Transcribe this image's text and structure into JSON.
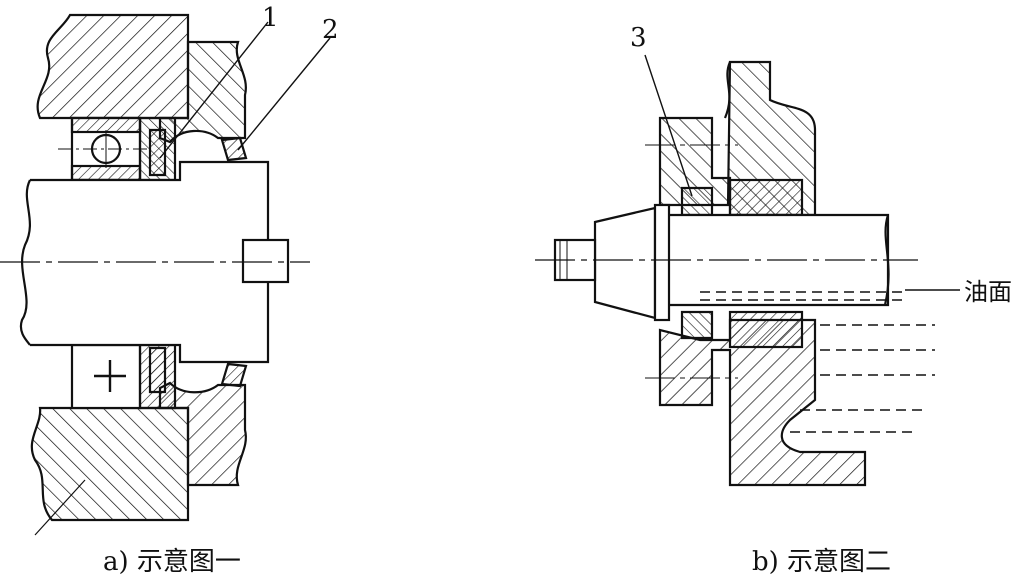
{
  "figure_a": {
    "caption": "a)  示意图一",
    "callouts": [
      "1",
      "2"
    ]
  },
  "figure_b": {
    "caption": "b) 示意图二",
    "callouts": [
      "3"
    ],
    "oil_label": "油面"
  },
  "colors": {
    "ink": "#111111",
    "background": "#ffffff"
  }
}
